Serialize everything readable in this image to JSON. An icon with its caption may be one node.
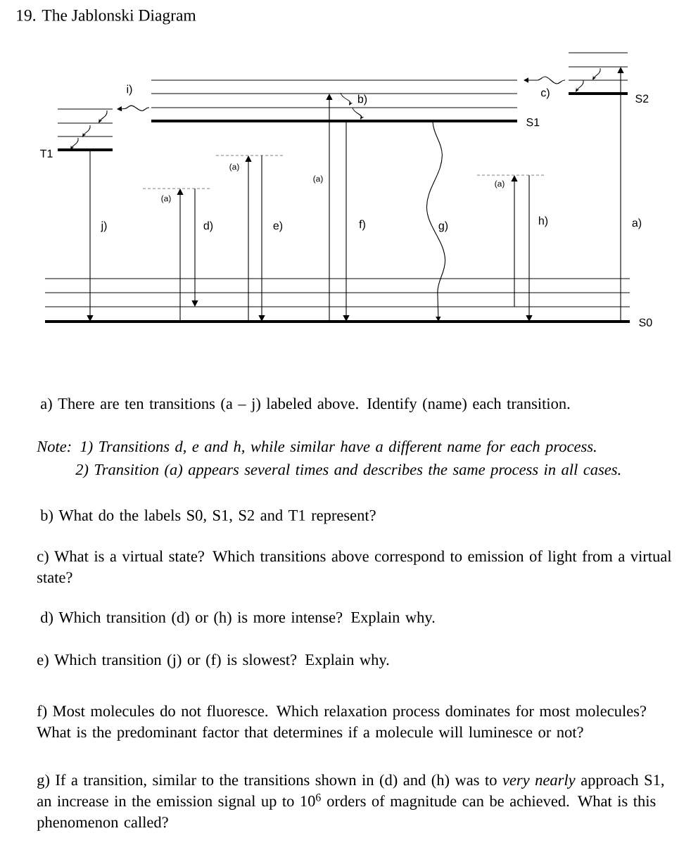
{
  "diagram": {
    "title": "19. The Jablonski Diagram",
    "nodes": [
      {
        "text": [
          "T1"
        ]
      },
      {
        "text": [
          "S1"
        ]
      },
      {
        "text": [
          "S2"
        ]
      },
      {
        "text": [],
        "shape": "line"
      },
      {
        "text": [],
        "shape": "line"
      },
      {
        "text": [],
        "shape": "line"
      },
      {
        "text": [
          "S0"
        ]
      }
    ],
    "edges": [
      {
        "from": 1,
        "to": 0,
        "arrow": "to",
        "label": "i)"
      },
      {
        "from": 0,
        "to": 6,
        "arrow": "to",
        "label": "j)"
      },
      {
        "from": 6,
        "to": 3,
        "arrow": "to",
        "label": "(a)"
      },
      {
        "from": 3,
        "to": 6,
        "arrow": "to",
        "label": "d)"
      },
      {
        "from": 6,
        "to": 4,
        "arrow": "to",
        "label": "(a)"
      },
      {
        "from": 4,
        "to": 6,
        "arrow": "to",
        "label": "e)"
      },
      {
        "from": 6,
        "to": 1,
        "arrow": "to",
        "label": "(a)"
      },
      {
        "from": 1,
        "to": 6,
        "arrow": "to",
        "label": "f)"
      },
      {
        "from": 1,
        "to": 6,
        "arrow": "to",
        "label": "g)"
      },
      {
        "from": 6,
        "to": 5,
        "arrow": "to",
        "label": "(a)"
      },
      {
        "from": 5,
        "to": 6,
        "arrow": "to",
        "label": "h)"
      },
      {
        "from": 2,
        "to": 1,
        "arrow": "to",
        "label": "c)"
      },
      {
        "from": 6,
        "to": 2,
        "arrow": "to",
        "label": "a)"
      }
    ],
    "labels": [
      "b)",
      "a) There are ten transitions (a – j) labeled above.  Identify (name) each transition.",
      "Note: 1) Transitions d, e and h, while similar have a different name for each process.",
      "2) Transition (a) appears several times and describes the same process in all cases.",
      "b) What do the labels S0, S1, S2 and T1 represent?",
      "c) What is a virtual state?  Which transitions above correspond to emission of light from a virtual state?",
      "d) Which transition (d) or (h) is more intense?  Explain why.",
      "e) Which transition (j) or (f) is slowest?  Explain why.",
      "f) Most molecules do not fluoresce.  Which relaxation process dominates for most molecules? What is the predominant factor that determines if a molecule will luminesce or not?",
      "g) If a transition, similar to the transitions shown in (d) and (h) was to *very nearly* approach S1, an increase in the emission signal up to 10$^{6}$ orders of magnitude can be achieved.  What is this phenomenon called?"
    ]
  }
}
